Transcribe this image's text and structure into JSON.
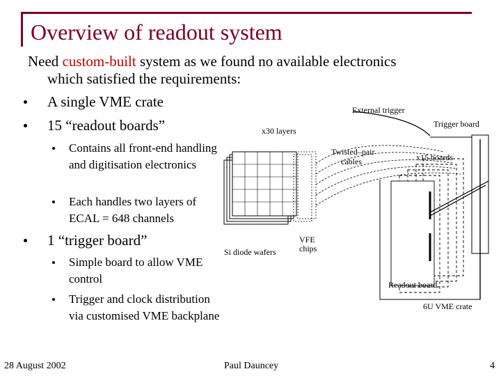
{
  "title": "Overview of readout system",
  "intro": {
    "prefix": "Need ",
    "highlight": "custom-built",
    "suffix": " system as we found no available electronics",
    "line2": "which satisfied the requirements:"
  },
  "bullets": [
    {
      "text": "A single VME crate"
    },
    {
      "text": "15 “readout boards”",
      "subs": [
        "Contains all front-end handling and digitisation electronics",
        "Each handles two layers of ECAL = 648 channels"
      ]
    },
    {
      "text": "1 “trigger board”",
      "subs": [
        "Simple board to allow VME control",
        "Trigger and clock distribution via customised VME backplane"
      ]
    }
  ],
  "diagram": {
    "external_trigger": "External trigger",
    "trigger_board": "Trigger board",
    "layers": "x30 layers",
    "twisted_pair_1": "Twisted–pair",
    "twisted_pair_2": "cables",
    "boards": "x15 boards",
    "vfe_1": "VFE",
    "vfe_2": "chips",
    "wafers": "Si diode wafers",
    "readout_board": "Readout board",
    "crate": "6U VME crate"
  },
  "footer": {
    "date": "28 August 2002",
    "author": "Paul Dauncey",
    "page": "4"
  },
  "colors": {
    "title": "#800020",
    "highlight": "#c00000"
  }
}
